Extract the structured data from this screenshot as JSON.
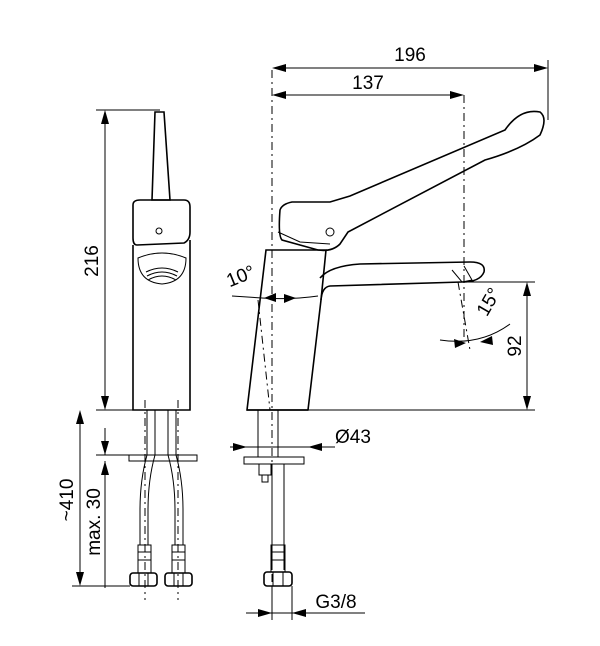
{
  "dimensions": {
    "total_reach": "196",
    "spout_reach": "137",
    "body_height": "216",
    "spout_height": "92",
    "lever_angle": "10°",
    "spout_angle": "15°",
    "base_diameter": "Ø43",
    "hose_length": "~410",
    "max_thickness": "max. 30",
    "connection": "G3/8"
  },
  "colors": {
    "line": "#000000",
    "background": "#ffffff"
  }
}
